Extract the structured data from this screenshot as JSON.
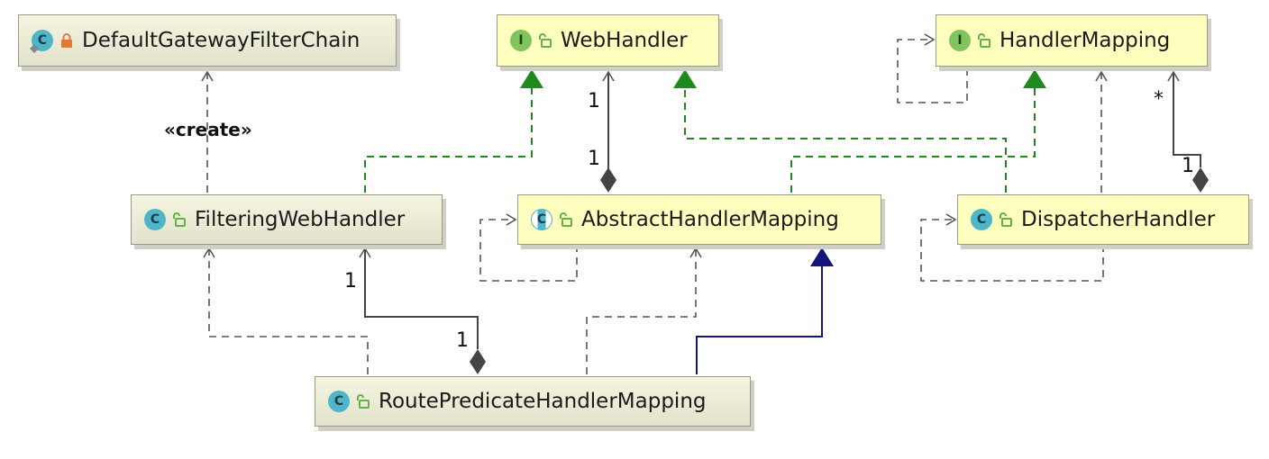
{
  "nodes": {
    "default_gateway_filter_chain": {
      "name": "DefaultGatewayFilterChain",
      "kind": "C",
      "icon": "class-icon",
      "access": "private-lock-icon"
    },
    "web_handler": {
      "name": "WebHandler",
      "kind": "I",
      "icon": "interface-icon",
      "access": "public-lock-icon"
    },
    "handler_mapping": {
      "name": "HandlerMapping",
      "kind": "I",
      "icon": "interface-icon",
      "access": "public-lock-icon"
    },
    "filtering_web_handler": {
      "name": "FilteringWebHandler",
      "kind": "C",
      "icon": "class-icon",
      "access": "public-lock-icon"
    },
    "abstract_handler_mapping": {
      "name": "AbstractHandlerMapping",
      "kind": "C",
      "icon": "abstract-class-icon",
      "access": "public-lock-icon"
    },
    "dispatcher_handler": {
      "name": "DispatcherHandler",
      "kind": "C",
      "icon": "class-icon",
      "access": "public-lock-icon"
    },
    "route_predicate_handler_mapping": {
      "name": "RoutePredicateHandlerMapping",
      "kind": "C",
      "icon": "class-icon",
      "access": "public-lock-icon"
    }
  },
  "labels": {
    "create": "«create»",
    "mult_wh_top": "1",
    "mult_wh_bottom": "1",
    "mult_hm_many": "*",
    "mult_hm_one": "1",
    "mult_fwh_top": "1",
    "mult_fwh_bottom": "1"
  },
  "colors": {
    "implements": "#1e8a1e",
    "extends": "#14147a",
    "dependency": "#555555",
    "association": "#444444",
    "class_badge": "#4fb5c9",
    "interface_badge": "#7fc45c",
    "private_lock": "#e07a3a",
    "public_lock": "#62b544"
  }
}
